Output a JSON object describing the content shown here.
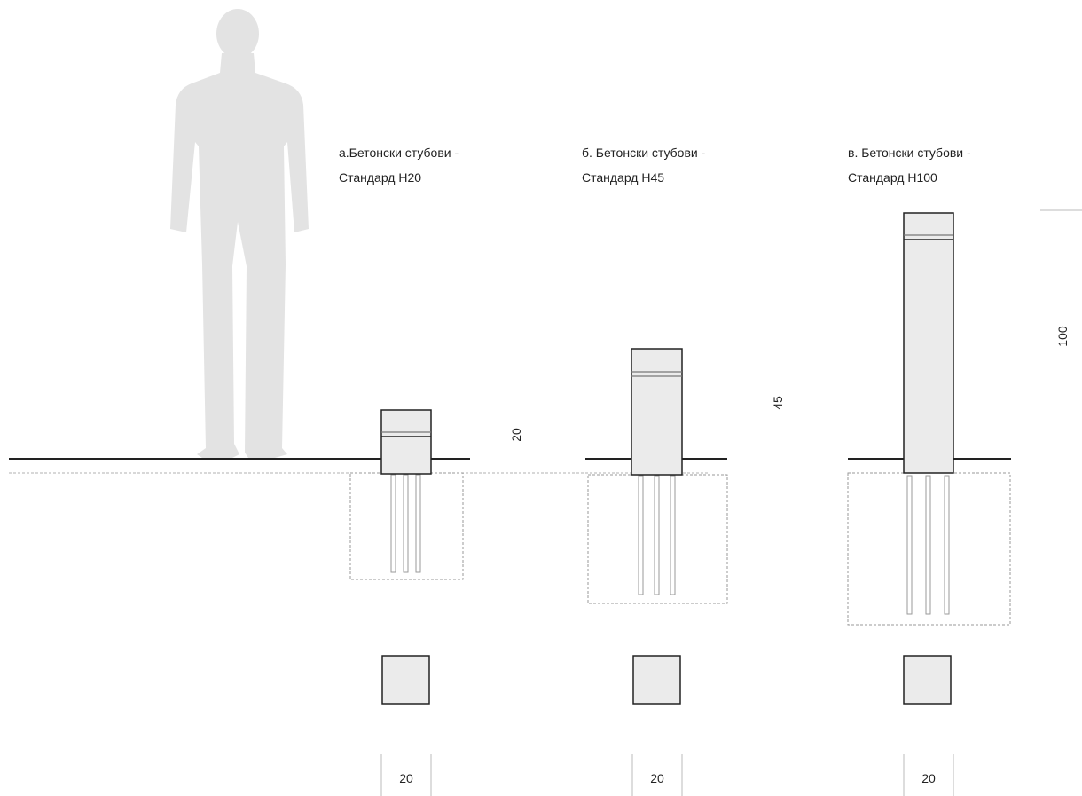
{
  "bollards": [
    {
      "line1": "а.Бетонски стубови -",
      "line2": "Стандард Н20",
      "height_label": "20",
      "width_label": "20"
    },
    {
      "line1": "б. Бетонски стубови -",
      "line2": "Стандард Н45",
      "height_label": "45",
      "width_label": "20"
    },
    {
      "line1": "в. Бетонски стубови -",
      "line2": "Стандард Н100",
      "height_label": "100",
      "width_label": "20"
    }
  ],
  "colors": {
    "fill": "#ebebeb",
    "stroke": "#222222",
    "silhouette": "#e3e3e3",
    "dashed": "#9a9a9a"
  }
}
